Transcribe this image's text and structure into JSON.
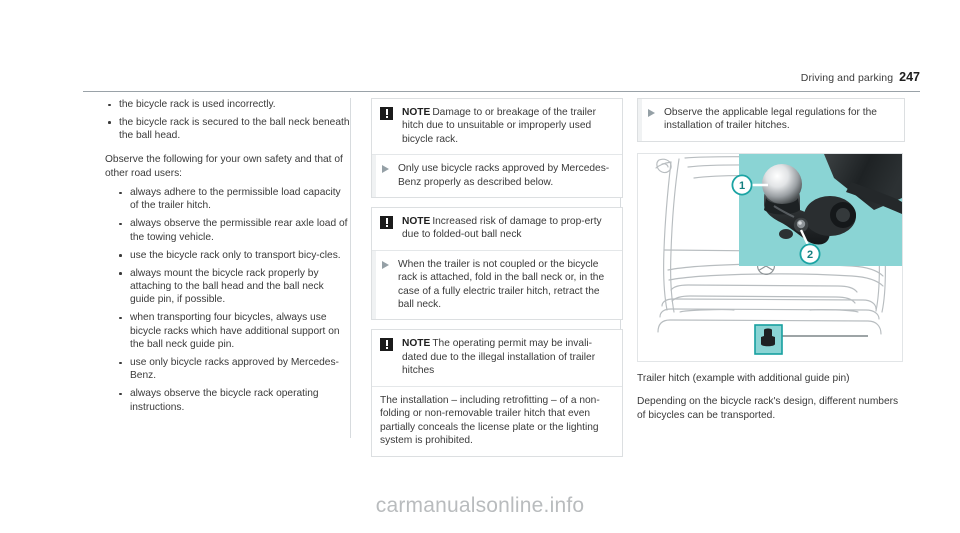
{
  "header": {
    "section_title": "Driving and parking",
    "page_number": "247"
  },
  "left_column": {
    "bullets_top": [
      "the bicycle rack is used incorrectly.",
      "the bicycle rack is secured to the ball neck beneath the ball head."
    ],
    "intro_paragraph": "Observe the following for your own safety and that of other road users:",
    "bullets_safety": [
      "always adhere to the permissible load capacity of the trailer hitch.",
      "always observe the permissible rear axle load of the towing vehicle.",
      "use the bicycle rack only to transport bicy-cles.",
      "always mount the bicycle rack properly by attaching to the ball head and the ball neck guide pin, if possible.",
      "when transporting four bicycles, always use bicycle racks which have additional support on the ball neck guide pin.",
      "use only bicycle racks approved by Mercedes-Benz.",
      "always observe the bicycle rack operating instructions."
    ]
  },
  "middle_column": {
    "note_1": {
      "icon": "warning-exclamation-icon",
      "label": "NOTE",
      "text": "Damage to or breakage of the trailer hitch due to unsuitable or improperly used bicycle rack.",
      "step": "Only use bicycle racks approved by Mercedes-Benz properly as described below."
    },
    "note_2": {
      "icon": "warning-exclamation-icon",
      "label": "NOTE",
      "text": "Increased risk of damage to prop-erty due to folded-out ball neck",
      "step": "When the trailer is not coupled or the bicycle rack is attached, fold in the ball neck or, in the case of a fully electric trailer hitch, retract the ball neck."
    },
    "note_3": {
      "icon": "warning-exclamation-icon",
      "label": "NOTE",
      "text": "The operating permit may be invali-dated due to the illegal installation of trailer hitches",
      "paragraph": "The installation – including retrofitting – of a non-folding or non-removable trailer hitch that even partially conceals the license plate or the lighting system is prohibited."
    }
  },
  "right_column": {
    "step": "Observe the applicable legal regulations for the installation of trailer hitches.",
    "figure": {
      "alt_name": "trailer-hitch-illustration",
      "accent_color": "#8ad4d4",
      "callouts": [
        {
          "number": "1",
          "meaning": "ball-head"
        },
        {
          "number": "2",
          "meaning": "ball-neck-guide-pin"
        }
      ],
      "caption": "Trailer hitch (example with additional guide pin)"
    },
    "paragraph": "Depending on the bicycle rack's design, different numbers of bicycles can be transported."
  },
  "watermark": {
    "text": "carmanualsonline.info"
  }
}
